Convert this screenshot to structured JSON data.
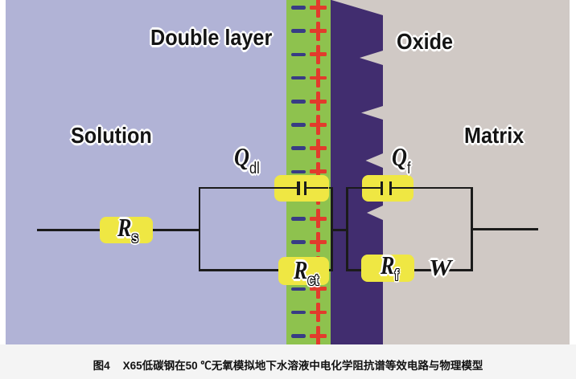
{
  "figure": {
    "caption_prefix": "图4",
    "caption_text": "X65低碳钢在50 ℃无氧模拟地下水溶液中电化学阻抗谱等效电路与物理模型"
  },
  "regions": {
    "solution": {
      "label": "Solution",
      "color": "#b1b3d6"
    },
    "double_layer": {
      "label": "Double layer",
      "color": "#8ec24e"
    },
    "oxide": {
      "label": "Oxide",
      "color": "#412d6f"
    },
    "matrix": {
      "label": "Matrix",
      "color": "#d0c9c5"
    }
  },
  "interface": {
    "pair_count": 15,
    "minus_symbol": "−",
    "plus_symbol": "+",
    "minus_color": "#383c85",
    "plus_color": "#e23b2c"
  },
  "circuit": {
    "wire_color": "#1b1b1b",
    "component_fill": "#efe743",
    "rs": {
      "symbol": "R",
      "subscript": "s"
    },
    "qdl": {
      "symbol": "Q",
      "subscript": "dl"
    },
    "rct": {
      "symbol": "R",
      "subscript": "ct"
    },
    "qf": {
      "symbol": "Q",
      "subscript": "f"
    },
    "rf": {
      "symbol": "R",
      "subscript": "f"
    },
    "warburg": {
      "symbol": "W"
    }
  }
}
